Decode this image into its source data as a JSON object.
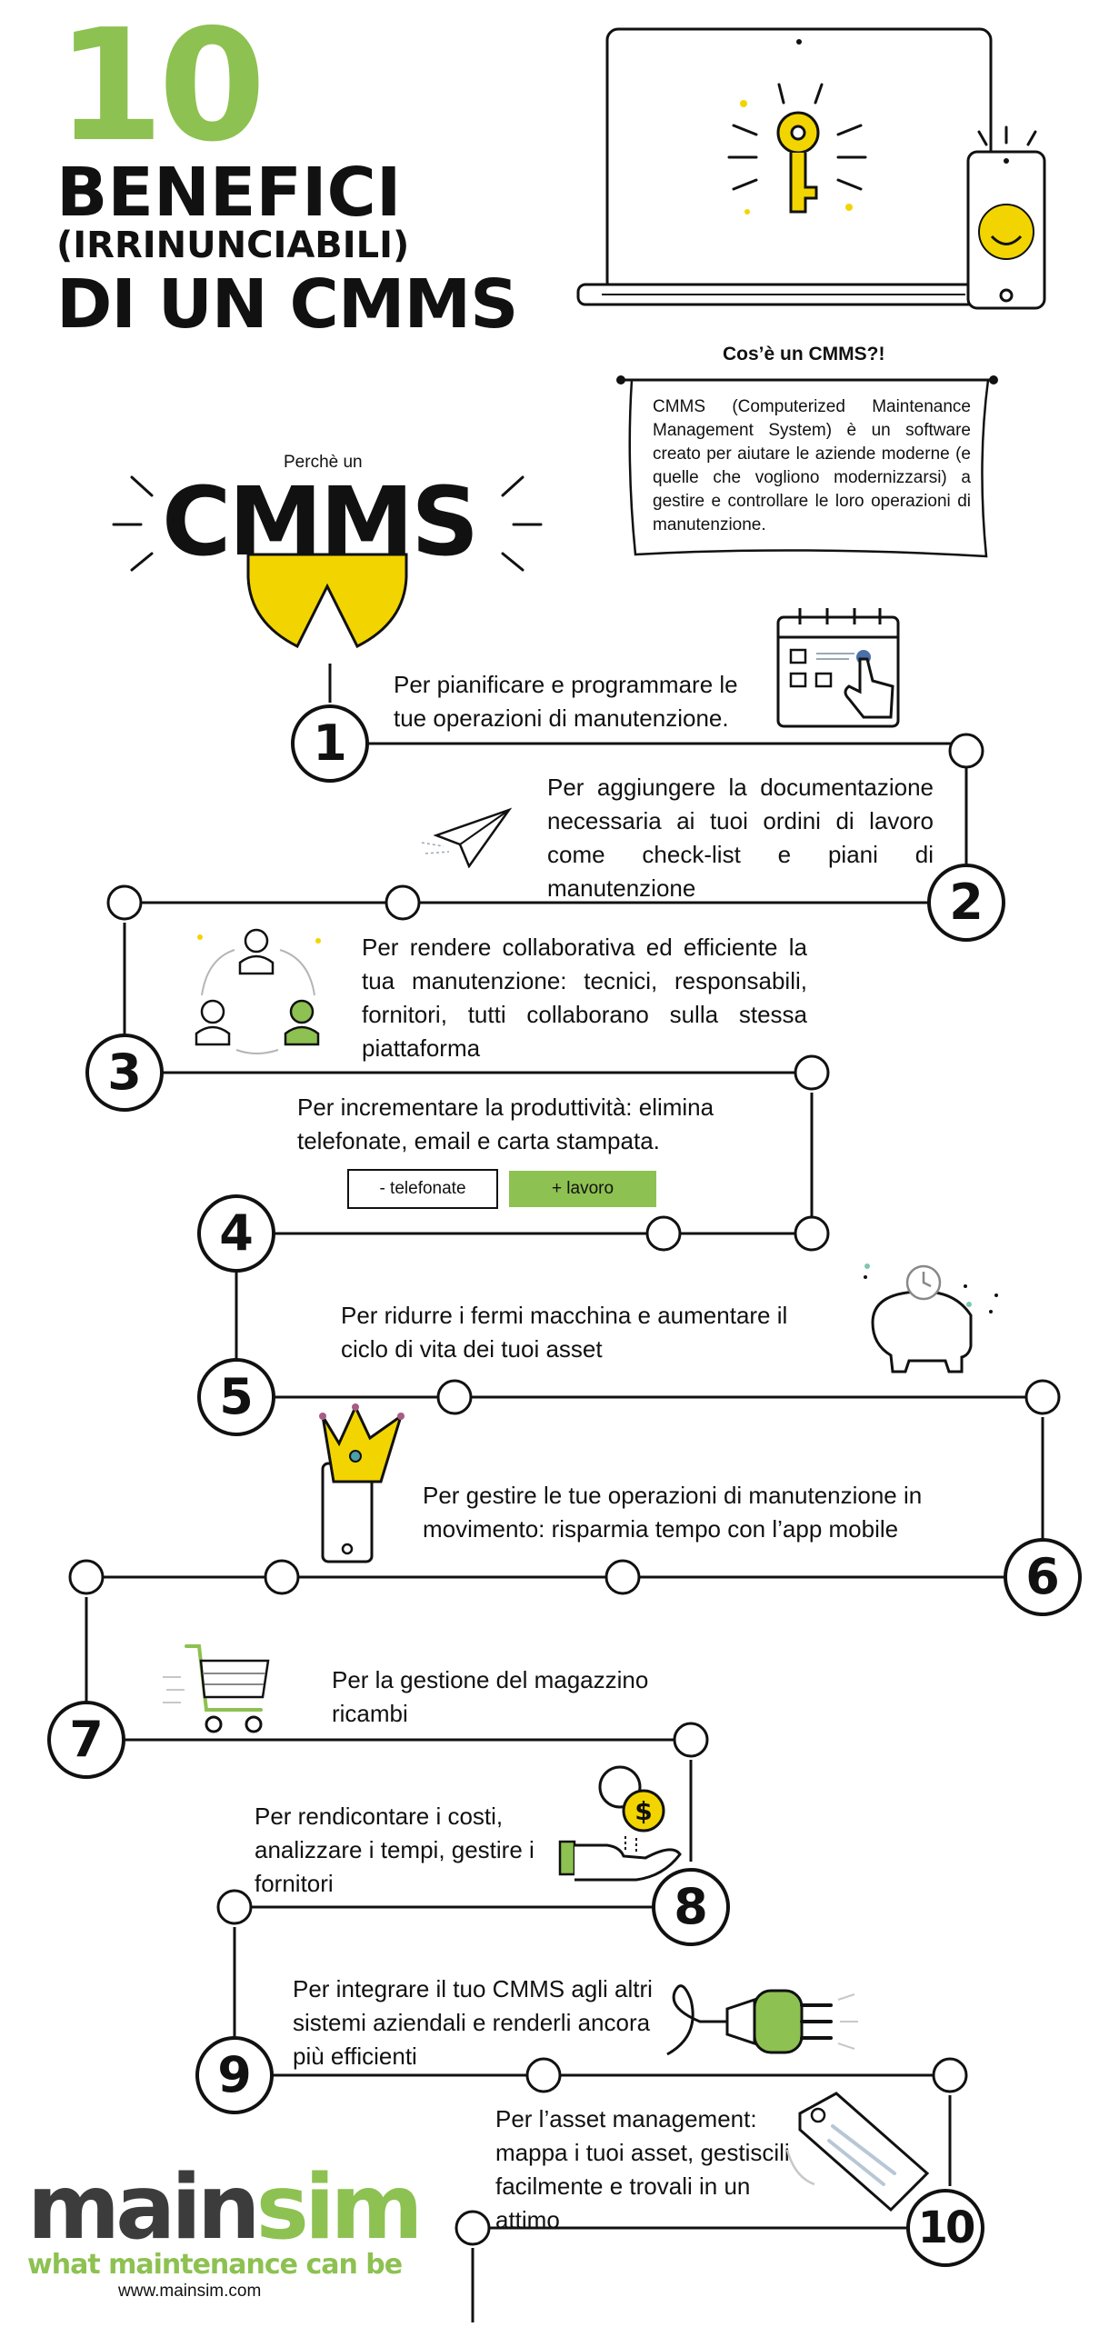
{
  "title": {
    "number": "10",
    "line1": "BENEFICI",
    "line2": "(IRRINUNCIABILI)",
    "line3": "DI UN CMMS"
  },
  "what": {
    "title": "Cos’è un CMMS?!",
    "text": "CMMS (Computerized Maintenance Management System) è un software creato per aiutare le aziende moderne (e quelle che vogliono modernizzarsi) a gestire e controllare le loro operazioni di manutenzione."
  },
  "why": {
    "label": "Perchè un",
    "word": "CMMS"
  },
  "steps": [
    {
      "num": "1",
      "text": "Per pianificare e programmare le tue operazioni di manutenzione."
    },
    {
      "num": "2",
      "text": "Per aggiungere la documentazione necessaria ai tuoi ordini di lavoro come check-list e piani di manutenzione"
    },
    {
      "num": "3",
      "text": "Per rendere collaborativa ed efficiente la tua manutenzione: tecnici, responsabili, fornitori, tutti collaborano sulla stessa piattaforma"
    },
    {
      "num": "4",
      "text": "Per incrementare la produttività: elimina telefonate, email e carta stampata."
    },
    {
      "num": "5",
      "text": "Per ridurre i fermi macchina e aumentare il ciclo di vita dei tuoi asset"
    },
    {
      "num": "6",
      "text": "Per gestire le tue operazioni di manutenzione in movimento: risparmia tempo con l’app mobile"
    },
    {
      "num": "7",
      "text": "Per la gestione del magazzino ricambi"
    },
    {
      "num": "8",
      "text": "Per rendicontare i costi, analizzare i tempi, gestire i fornitori"
    },
    {
      "num": "9",
      "text": "Per integrare il tuo CMMS agli altri sistemi aziendali e renderli ancora più efficienti"
    },
    {
      "num": "10",
      "text": "Per l’asset management: mappa i tuoi asset, gestiscili facilmente e trovali in un attimo"
    }
  ],
  "chips": {
    "minus": "- telefonate",
    "plus": "+ lavoro"
  },
  "icons": {
    "laptop": "laptop-key-icon",
    "phone": "smartphone-smiley-icon",
    "calendar": "calendar-touch-icon",
    "plane": "paper-plane-icon",
    "people": "collaboration-people-icon",
    "piggy": "piggy-bank-clock-icon",
    "crown": "phone-crown-icon",
    "cart": "shopping-cart-icon",
    "coin": "hand-coin-icon",
    "plug": "electric-plug-icon",
    "tag": "price-tag-icon"
  },
  "colors": {
    "green": "#8dc151",
    "yellow": "#f2d500",
    "ink": "#111111",
    "dark": "#3c3c3c"
  },
  "brand": {
    "name_part1": "main",
    "name_part2": "sim",
    "tagline": "what maintenance can be",
    "website": "www.mainsim.com"
  }
}
